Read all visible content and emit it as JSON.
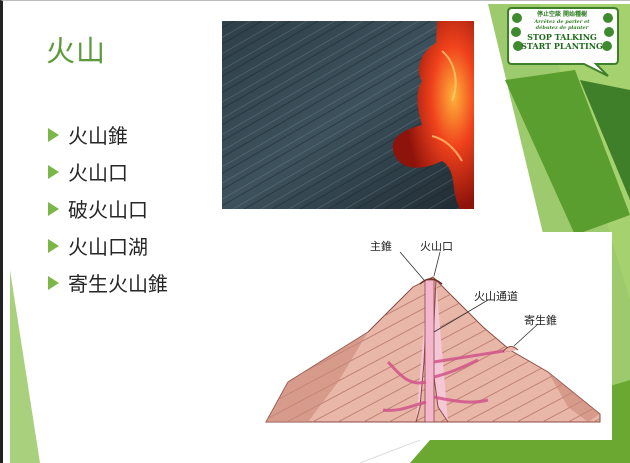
{
  "slide": {
    "title": "火山",
    "bullets": [
      "火山錐",
      "火山口",
      "破火山口",
      "火山口湖",
      "寄生火山錐"
    ]
  },
  "badge": {
    "line1": "停止空談 開始種樹",
    "line2": "Arrêtez de parler et",
    "line3": "débutez de planter",
    "line4": "STOP TALKING",
    "line5": "START PLANTING"
  },
  "diagram": {
    "labels": {
      "main_cone": "主錐",
      "crater": "火山口",
      "conduit": "火山通道",
      "parasitic_cone": "寄生錐"
    }
  },
  "colors": {
    "title_green": "#5e9a3a",
    "bullet_arrow": "#7ab648",
    "accent_dark_green": "#3f7f2a",
    "cone_pink": "#e9b7a8",
    "cone_edge": "#b5736a",
    "lava_red": "#e8321a"
  },
  "icons": [
    "bullet-arrow-icon",
    "tree-icon",
    "speech-bubble-icon"
  ]
}
